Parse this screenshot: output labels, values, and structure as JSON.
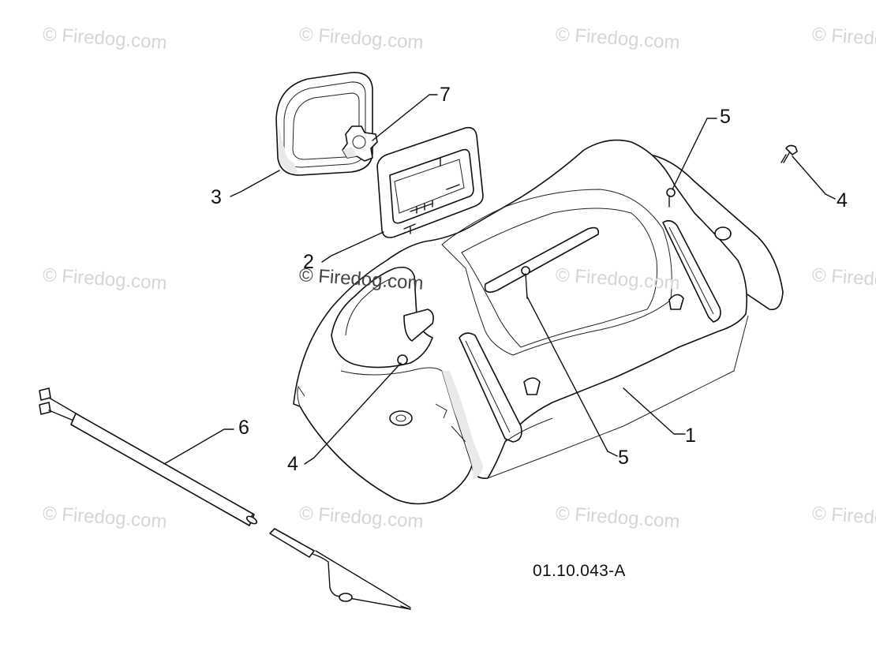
{
  "watermark": "© Firedog.com",
  "drawing_code": "01.10.043-A",
  "callouts": {
    "c1": "1",
    "c2": "2",
    "c3": "3",
    "c4a": "4",
    "c4b": "4",
    "c5a": "5",
    "c5b": "5",
    "c6": "6",
    "c7": "7"
  }
}
